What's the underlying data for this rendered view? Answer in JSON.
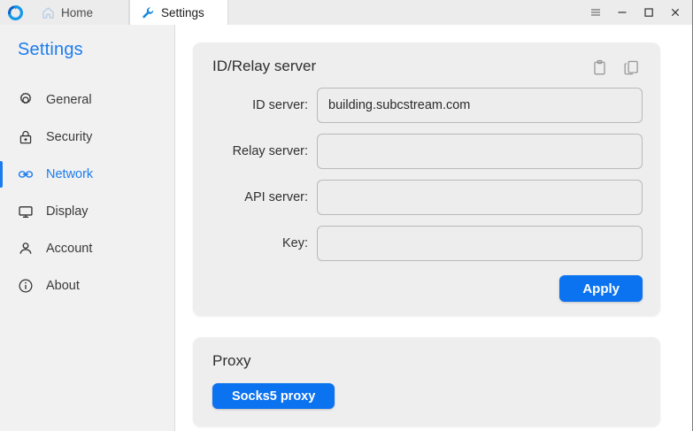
{
  "window": {
    "logo_icon": "refresh-circle-logo",
    "tabs": [
      {
        "label": "Home",
        "icon": "home-icon",
        "active": false
      },
      {
        "label": "Settings",
        "icon": "wrench-icon",
        "active": true
      }
    ],
    "controls": [
      {
        "name": "menu-button",
        "icon": "hamburger-icon"
      },
      {
        "name": "minimize-button",
        "icon": "minimize-icon"
      },
      {
        "name": "maximize-button",
        "icon": "maximize-icon"
      },
      {
        "name": "close-button",
        "icon": "close-icon"
      }
    ]
  },
  "sidebar": {
    "title": "Settings",
    "accent_color": "#1b7ced",
    "items": [
      {
        "label": "General",
        "icon": "gear-icon",
        "active": false
      },
      {
        "label": "Security",
        "icon": "lock-icon",
        "active": false
      },
      {
        "label": "Network",
        "icon": "link-icon",
        "active": true
      },
      {
        "label": "Display",
        "icon": "monitor-icon",
        "active": false
      },
      {
        "label": "Account",
        "icon": "person-icon",
        "active": false
      },
      {
        "label": "About",
        "icon": "info-icon",
        "active": false
      }
    ]
  },
  "main": {
    "id_relay_card": {
      "title": "ID/Relay server",
      "actions": [
        {
          "name": "paste-icon",
          "label": "paste"
        },
        {
          "name": "copy-icon",
          "label": "copy"
        }
      ],
      "fields": [
        {
          "label": "ID server:",
          "value": "building.subcstream.com",
          "placeholder": ""
        },
        {
          "label": "Relay server:",
          "value": "",
          "placeholder": ""
        },
        {
          "label": "API server:",
          "value": "",
          "placeholder": ""
        },
        {
          "label": "Key:",
          "value": "",
          "placeholder": ""
        }
      ],
      "apply_label": "Apply"
    },
    "proxy_card": {
      "title": "Proxy",
      "button_label": "Socks5 proxy"
    }
  },
  "colors": {
    "accent_blue": "#0b72f0",
    "sidebar_bg": "#f1f1f2",
    "card_bg": "#eeeeef",
    "titlebar_bg": "#ececed"
  }
}
